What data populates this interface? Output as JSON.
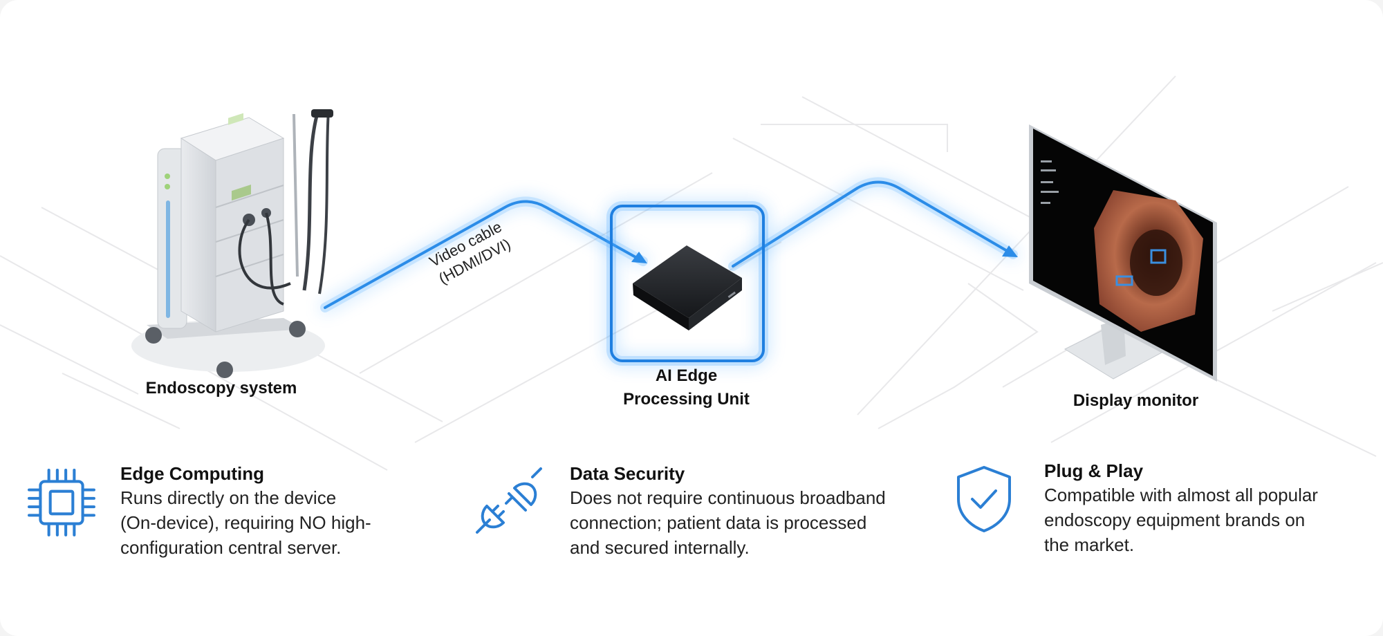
{
  "nodes": {
    "endoscopy": "Endoscopy system",
    "edge_line1": "AI Edge",
    "edge_line2": "Processing Unit",
    "monitor": "Display monitor"
  },
  "cable": {
    "line1": "Video cable",
    "line2": "(HDMI/DVI)"
  },
  "features": [
    {
      "title": "Edge Computing",
      "desc_lines": [
        "Runs directly on the device",
        "(On-device), requiring NO high-",
        "configuration central server."
      ],
      "icon": "cpu-chip-icon"
    },
    {
      "title": "Data Security",
      "desc_lines": [
        "Does not require continuous broadband",
        "connection; patient data is processed",
        "and secured internally."
      ],
      "icon": "plug-icon"
    },
    {
      "title": "Plug & Play",
      "desc_lines": [
        "Compatible with almost all popular",
        "endoscopy equipment brands on",
        "the market."
      ],
      "icon": "shield-check-icon"
    }
  ],
  "colors": {
    "accent": "#2b7fd4",
    "glow": "#4aa8ff",
    "text": "#111111"
  }
}
